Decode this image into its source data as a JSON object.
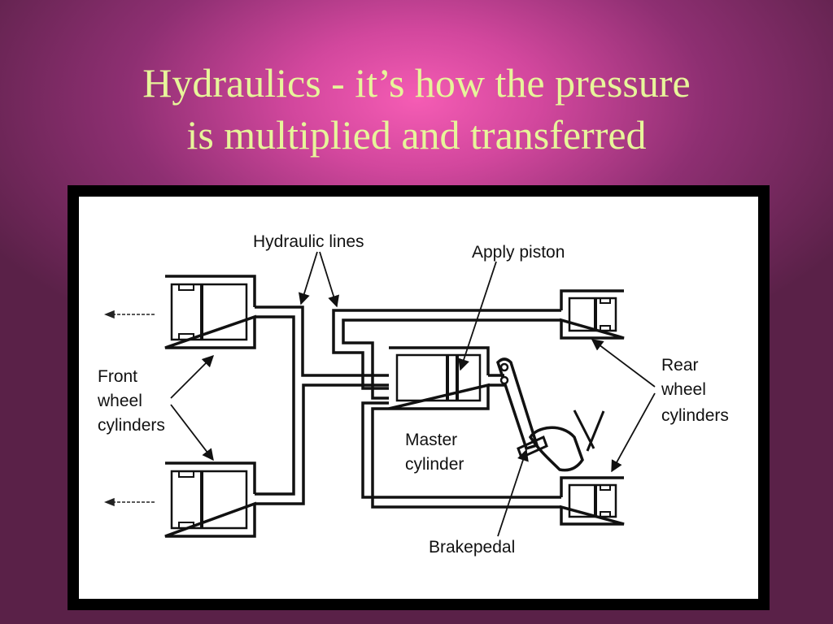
{
  "slide": {
    "title_line1": "Hydraulics - it’s how the pressure",
    "title_line2": "is multiplied and transferred"
  },
  "diagram": {
    "labels": {
      "hydraulic_lines": "Hydraulic lines",
      "apply_piston": "Apply piston",
      "front_wheel_cylinders": [
        "Front",
        "wheel",
        "cylinders"
      ],
      "rear_wheel_cylinders": [
        "Rear",
        "wheel",
        "cylinders"
      ],
      "master_cylinder": [
        "Master",
        "cylinder"
      ],
      "brakepedal": "Brakepedal"
    }
  },
  "colors": {
    "title": "#e7f59a",
    "background_center": "#f55cb4",
    "background_edge": "#5a2148",
    "frame": "#000000",
    "diagram_background": "#ffffff",
    "diagram_ink": "#111111"
  }
}
